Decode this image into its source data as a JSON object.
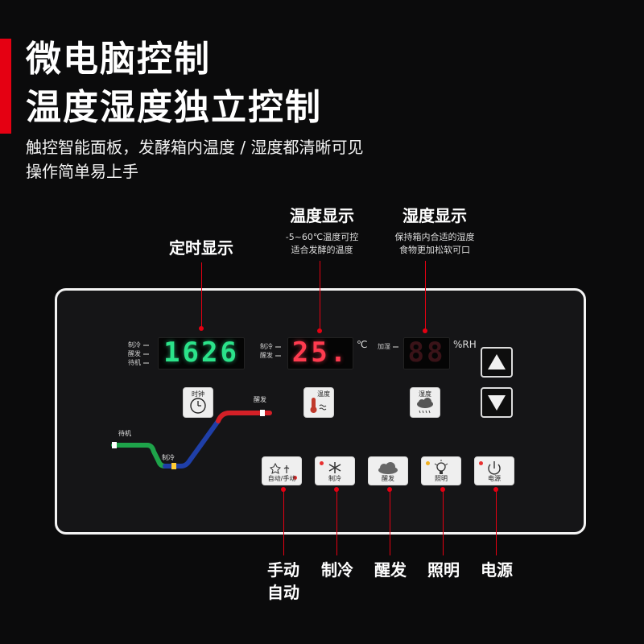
{
  "header": {
    "title_line1": "微电脑控制",
    "title_line2": "温度湿度独立控制",
    "subtitle_line1": "触控智能面板，发酵箱内温度 / 湿度都清晰可见",
    "subtitle_line2": "操作简单易上手",
    "accent_color": "#e50012"
  },
  "callouts": {
    "timer": {
      "head": "定时显示"
    },
    "temperature": {
      "head": "温度显示",
      "desc1": "-5~60℃温度可控",
      "desc2": "适合发酵的温度"
    },
    "humidity": {
      "head": "湿度显示",
      "desc1": "保持箱内合适的湿度",
      "desc2": "食物更加松软可口"
    }
  },
  "panel": {
    "indicators_left": [
      "制冷",
      "醒发",
      "待机"
    ],
    "indicators_mid": [
      "制冷",
      "醒发"
    ],
    "indicator_hum": "加湿",
    "time_display": "1626",
    "time_color": "#2be38a",
    "temp_display": "25.",
    "temp_color": "#ff3b4f",
    "temp_unit": "℃",
    "hum_display": "88",
    "hum_unit": "%RH",
    "key_timer": "时钟",
    "key_temp": "温度",
    "key_hum": "湿度",
    "progress": {
      "standby": "待机",
      "cooling": "制冷",
      "proof": "醒发"
    },
    "buttons": {
      "auto_manual": "自动/手动",
      "cool": "制冷",
      "proof": "醒发",
      "light": "照明",
      "power": "电源"
    }
  },
  "bottom_labels": {
    "manual_line1": "手动",
    "manual_line2": "自动",
    "cool": "制冷",
    "proof": "醒发",
    "light": "照明",
    "power": "电源"
  }
}
